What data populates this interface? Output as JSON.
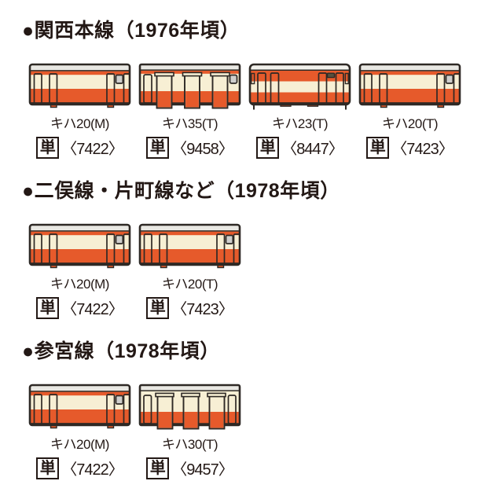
{
  "colors": {
    "orange": "#E65A2B",
    "cream": "#F7EFD4",
    "roof_gray": "#E9E8E3",
    "roof_white": "#F2F1EC",
    "window_gray": "#CFCECC",
    "vent": "#57503E",
    "outline": "#2E2925",
    "text": "#231815"
  },
  "sections": [
    {
      "title": "●関西本線（1976年頃）",
      "cars": [
        {
          "type": "kiha20",
          "name": "キハ20(M)",
          "tan": "単",
          "number": "〈7422〉"
        },
        {
          "type": "kiha35",
          "name": "キハ35(T)",
          "tan": "単",
          "number": "〈9458〉"
        },
        {
          "type": "kiha23",
          "name": "キハ23(T)",
          "tan": "単",
          "number": "〈8447〉"
        },
        {
          "type": "kiha20",
          "name": "キハ20(T)",
          "tan": "単",
          "number": "〈7423〉"
        }
      ]
    },
    {
      "title": "●二俣線・片町線など（1978年頃）",
      "cars": [
        {
          "type": "kiha20",
          "name": "キハ20(M)",
          "tan": "単",
          "number": "〈7422〉"
        },
        {
          "type": "kiha20",
          "name": "キハ20(T)",
          "tan": "単",
          "number": "〈7423〉"
        }
      ]
    },
    {
      "title": "●参宮線（1978年頃）",
      "cars": [
        {
          "type": "kiha20",
          "name": "キハ20(M)",
          "tan": "単",
          "number": "〈7422〉"
        },
        {
          "type": "kiha30",
          "name": "キハ30(T)",
          "tan": "単",
          "number": "〈9457〉"
        }
      ]
    }
  ]
}
